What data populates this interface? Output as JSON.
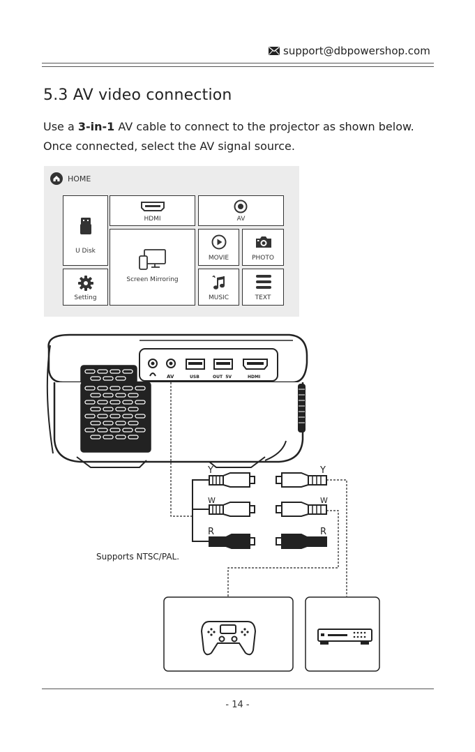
{
  "header": {
    "email": "support@dbpowershop.com",
    "email_icon": "envelope-icon"
  },
  "section": {
    "title": "5.3 AV video connection",
    "body_pre": "Use a ",
    "body_bold": "3-in-1",
    "body_post": " AV cable to connect to the projector as shown below. Once connected, select the AV signal source."
  },
  "menu": {
    "home_label": "HOME",
    "tiles": {
      "u_disk": "U Disk",
      "hdmi": "HDMI",
      "av": "AV",
      "screen_mirroring": "Screen Mirroring",
      "movie": "MOVIE",
      "photo": "PHOTO",
      "setting": "Setting",
      "music": "MUSIC",
      "text": "TEXT"
    }
  },
  "ports": {
    "av": "AV",
    "usb": "USB",
    "out5v": "OUT  5V",
    "hdmi": "HDMI"
  },
  "cable": {
    "y": "Y",
    "w": "W",
    "r": "R"
  },
  "caption": "Supports NTSC/PAL.",
  "footer": {
    "page": "- 14 -"
  }
}
